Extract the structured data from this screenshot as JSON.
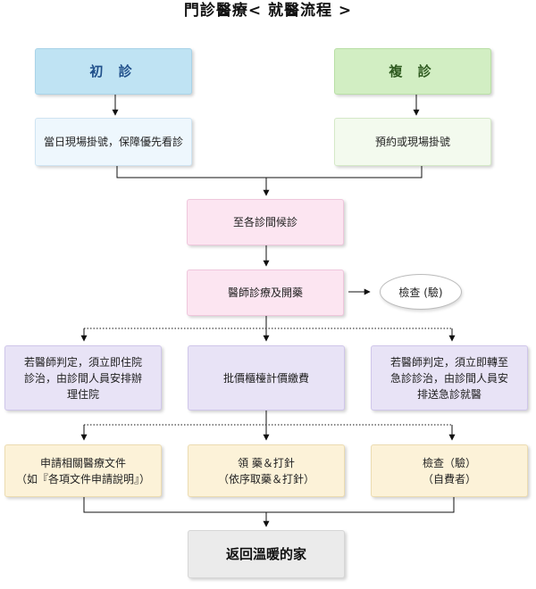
{
  "title": "門診醫療< 就醫流程 >",
  "nodes": {
    "first_visit": "初 診",
    "return_visit": "複 診",
    "first_visit_desc": "當日現場掛號，保障優先看診",
    "return_visit_desc": "預約或現場掛號",
    "wait": "至各診間候診",
    "consult": "醫師診療及開藥",
    "exam": "檢查 (驗)",
    "admission": [
      "若醫師判定，須立即住院",
      "診治，由診間人員安排辦",
      "理住院"
    ],
    "payment": "批價櫃檯計價繳費",
    "emergency": [
      "若醫師判定，須立即轉至",
      "急診診治，由診間人員安",
      "排送急診就醫"
    ],
    "documents": [
      "申請相關醫療文件",
      "（如『各項文件申請說明』）"
    ],
    "medicine": [
      "領 藥＆打針",
      "（依序取藥＆打針）"
    ],
    "self_exam": [
      "檢查（驗）",
      "（自費者）"
    ],
    "home": "返回溫暖的家"
  }
}
